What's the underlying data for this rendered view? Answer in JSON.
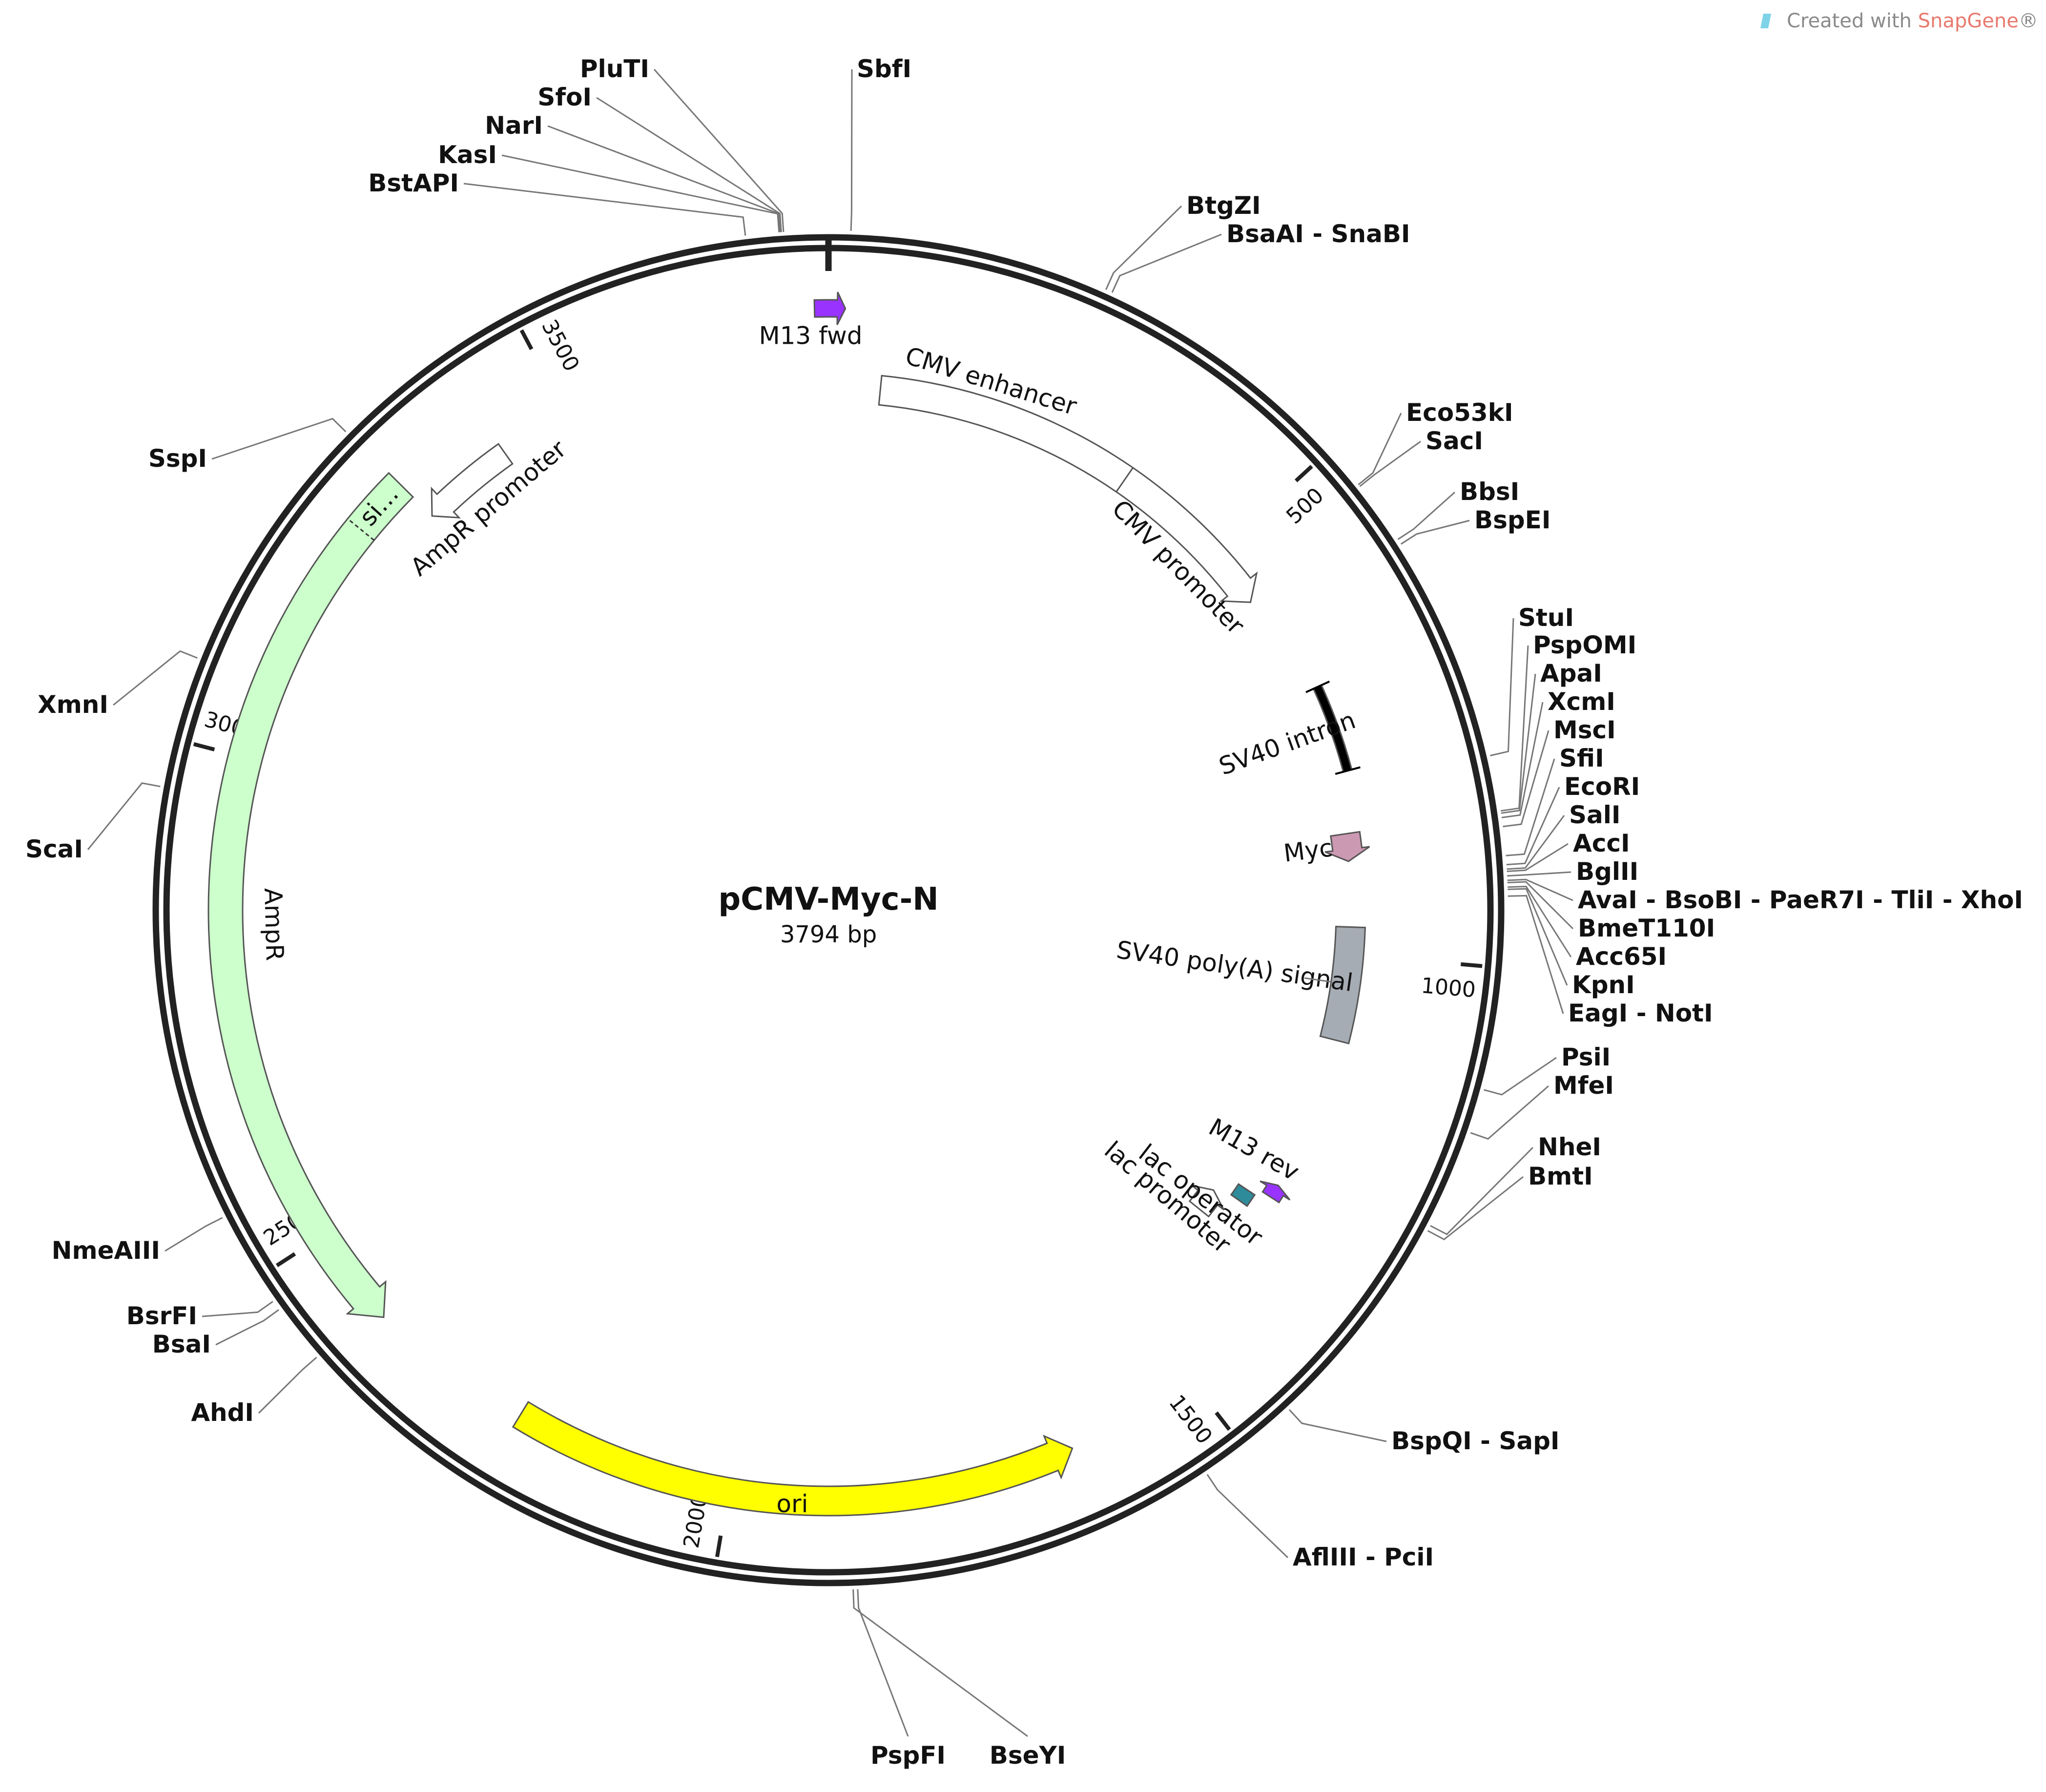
{
  "credit": {
    "prefix": "Created with ",
    "brand": "SnapGene",
    "suffix": "®"
  },
  "plasmid": {
    "name": "pCMV-Myc-N",
    "size": "3794 bp"
  },
  "total_bp": 3794,
  "ticks": [
    {
      "bp": 500,
      "label": "500"
    },
    {
      "bp": 1000,
      "label": "1000"
    },
    {
      "bp": 1500,
      "label": "1500"
    },
    {
      "bp": 2000,
      "label": "2000"
    },
    {
      "bp": 2500,
      "label": "2500"
    },
    {
      "bp": 3000,
      "label": "3000"
    },
    {
      "bp": 3500,
      "label": "3500"
    }
  ],
  "colors": {
    "backbone": "#222222",
    "ampr": "#ccffcc",
    "ori": "#ffff00",
    "myc": "#cc99b2",
    "m13": "#9933ff",
    "lacop": "#2e8b9a",
    "polya": "#a6acb3",
    "intron": "#000000"
  },
  "features": [
    {
      "key": "m13fwd",
      "label": "M13 fwd",
      "start": 3780,
      "end": 17
    },
    {
      "key": "cmvenh",
      "label": "CMV enhancer",
      "start": 60,
      "end": 364
    },
    {
      "key": "cmvprom",
      "label": "CMV promoter",
      "start": 365,
      "end": 568
    },
    {
      "key": "sv40intron",
      "label": "SV40 intron",
      "start": 690,
      "end": 790
    },
    {
      "key": "myc",
      "label": "Myc",
      "start": 860,
      "end": 892
    },
    {
      "key": "polya",
      "label": "SV40 poly(A) signal",
      "start": 968,
      "end": 1100
    },
    {
      "key": "m13rev",
      "label": "M13 rev",
      "start": 1280,
      "end": 1296
    },
    {
      "key": "lacop",
      "label": "lac operator",
      "start": 1304,
      "end": 1320
    },
    {
      "key": "lacprom",
      "label": "lac promoter",
      "start": 1328,
      "end": 1358
    },
    {
      "key": "ori",
      "label": "ori",
      "start": 1640,
      "end": 2228
    },
    {
      "key": "ampr",
      "label": "AmpR",
      "start": 2398,
      "end": 3258
    },
    {
      "key": "sig",
      "label": "si…",
      "start": 3258,
      "end": 3318
    },
    {
      "key": "amprprom",
      "label": "AmpR promoter",
      "start": 3318,
      "end": 3422
    }
  ],
  "enzymes_right": [
    {
      "name": "SbfI",
      "bp": 20
    },
    {
      "name": "BtgZI",
      "bp": 254
    },
    {
      "name": "BsaAI - SnaBI",
      "bp": 260
    },
    {
      "name": "Eco53kI",
      "bp": 540
    },
    {
      "name": "SacI",
      "bp": 542
    },
    {
      "name": "BbsI",
      "bp": 600
    },
    {
      "name": "BspEI",
      "bp": 605
    },
    {
      "name": "StuI",
      "bp": 810
    },
    {
      "name": "PspOMI",
      "bp": 860
    },
    {
      "name": "ApaI",
      "bp": 862
    },
    {
      "name": "XcmI",
      "bp": 866
    },
    {
      "name": "MscI",
      "bp": 874
    },
    {
      "name": "SfiI",
      "bp": 900
    },
    {
      "name": "EcoRI",
      "bp": 908
    },
    {
      "name": "SalI",
      "bp": 912
    },
    {
      "name": "AccI",
      "bp": 914
    },
    {
      "name": "BglII",
      "bp": 918
    },
    {
      "name": "AvaI - BsoBI - PaeR7I - TliI - XhoI",
      "bp": 922
    },
    {
      "name": "BmeT110I",
      "bp": 924
    },
    {
      "name": "Acc65I",
      "bp": 928
    },
    {
      "name": "KpnI",
      "bp": 930
    },
    {
      "name": "EagI - NotI",
      "bp": 936
    },
    {
      "name": "PsiI",
      "bp": 1110
    },
    {
      "name": "MfeI",
      "bp": 1150
    },
    {
      "name": "NheI",
      "bp": 1240
    },
    {
      "name": "BmtI",
      "bp": 1245
    },
    {
      "name": "BspQI - SapI",
      "bp": 1447
    },
    {
      "name": "AflIII - PciI",
      "bp": 1540
    }
  ],
  "enzymes_left": [
    {
      "name": "PspFI",
      "bp": 1871
    },
    {
      "name": "BseYI",
      "bp": 1875
    },
    {
      "name": "AhdI",
      "bp": 2412
    },
    {
      "name": "BsaI",
      "bp": 2466
    },
    {
      "name": "BsrFI",
      "bp": 2475
    },
    {
      "name": "NmeAIII",
      "bp": 2562
    },
    {
      "name": "ScaI",
      "bp": 2956
    },
    {
      "name": "XmnI",
      "bp": 3075
    },
    {
      "name": "SspI",
      "bp": 3317
    },
    {
      "name": "BstAPI",
      "bp": 3720
    },
    {
      "name": "KasI",
      "bp": 3750
    },
    {
      "name": "NarI",
      "bp": 3751
    },
    {
      "name": "SfoI",
      "bp": 3752
    },
    {
      "name": "PluTI",
      "bp": 3754
    }
  ]
}
